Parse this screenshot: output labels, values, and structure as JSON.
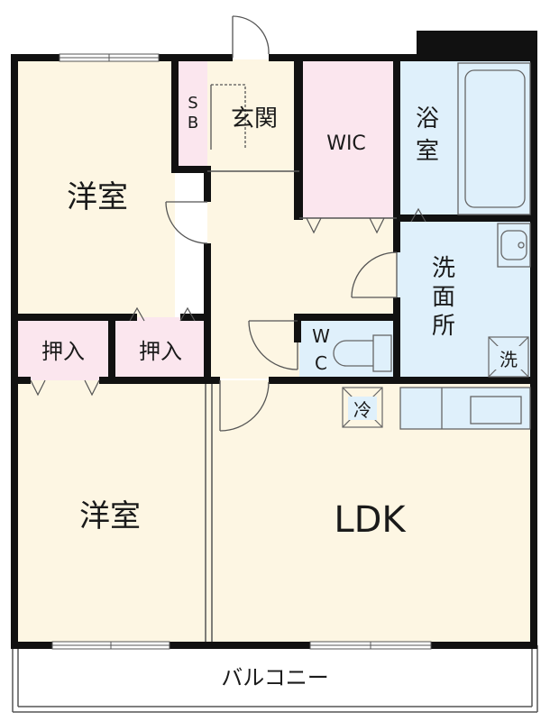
{
  "colors": {
    "room_cream": "#fdf6e3",
    "closet_pink": "#fbe6ee",
    "wet_blue": "#dff0fb",
    "wall": "#111111",
    "line": "#555555"
  },
  "rooms": {
    "western_top": "洋室",
    "western_bottom": "洋室",
    "closet_left": "押入",
    "closet_right": "押入",
    "shoe_box": "S\nB",
    "entrance": "玄関",
    "wic": "WIC",
    "bath": "浴\n室",
    "washroom": "洗\n面\n所",
    "wc": "W\nC",
    "ldk": "LDK",
    "washer": "洗",
    "fridge": "冷",
    "balcony": "バルコニー"
  }
}
